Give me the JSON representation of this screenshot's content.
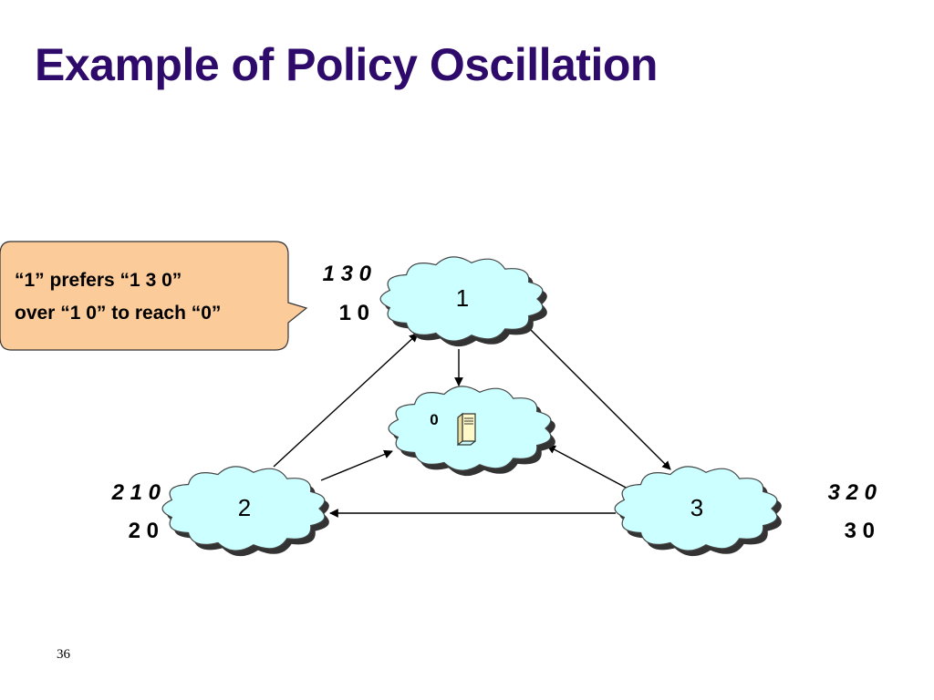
{
  "slide": {
    "title": "Example of Policy Oscillation",
    "page_number": "36"
  },
  "callout": {
    "line1": "“1” prefers “1 3 0”",
    "line2": "over “1 0” to reach “0”",
    "fill_color": "#fbcb9a"
  },
  "nodes": {
    "node_1": {
      "label": "1",
      "preferred_path": "1 3 0",
      "fallback_path": "1 0"
    },
    "node_2": {
      "label": "2",
      "preferred_path": "2 1 0",
      "fallback_path": "2 0"
    },
    "node_3": {
      "label": "3",
      "preferred_path": "3 2 0",
      "fallback_path": "3 0"
    },
    "node_0": {
      "label": "0",
      "icon": "server-icon"
    }
  },
  "colors": {
    "title": "#2e0a6b",
    "cloud_fill": "#ccffff",
    "cloud_shadow": "#333333"
  }
}
